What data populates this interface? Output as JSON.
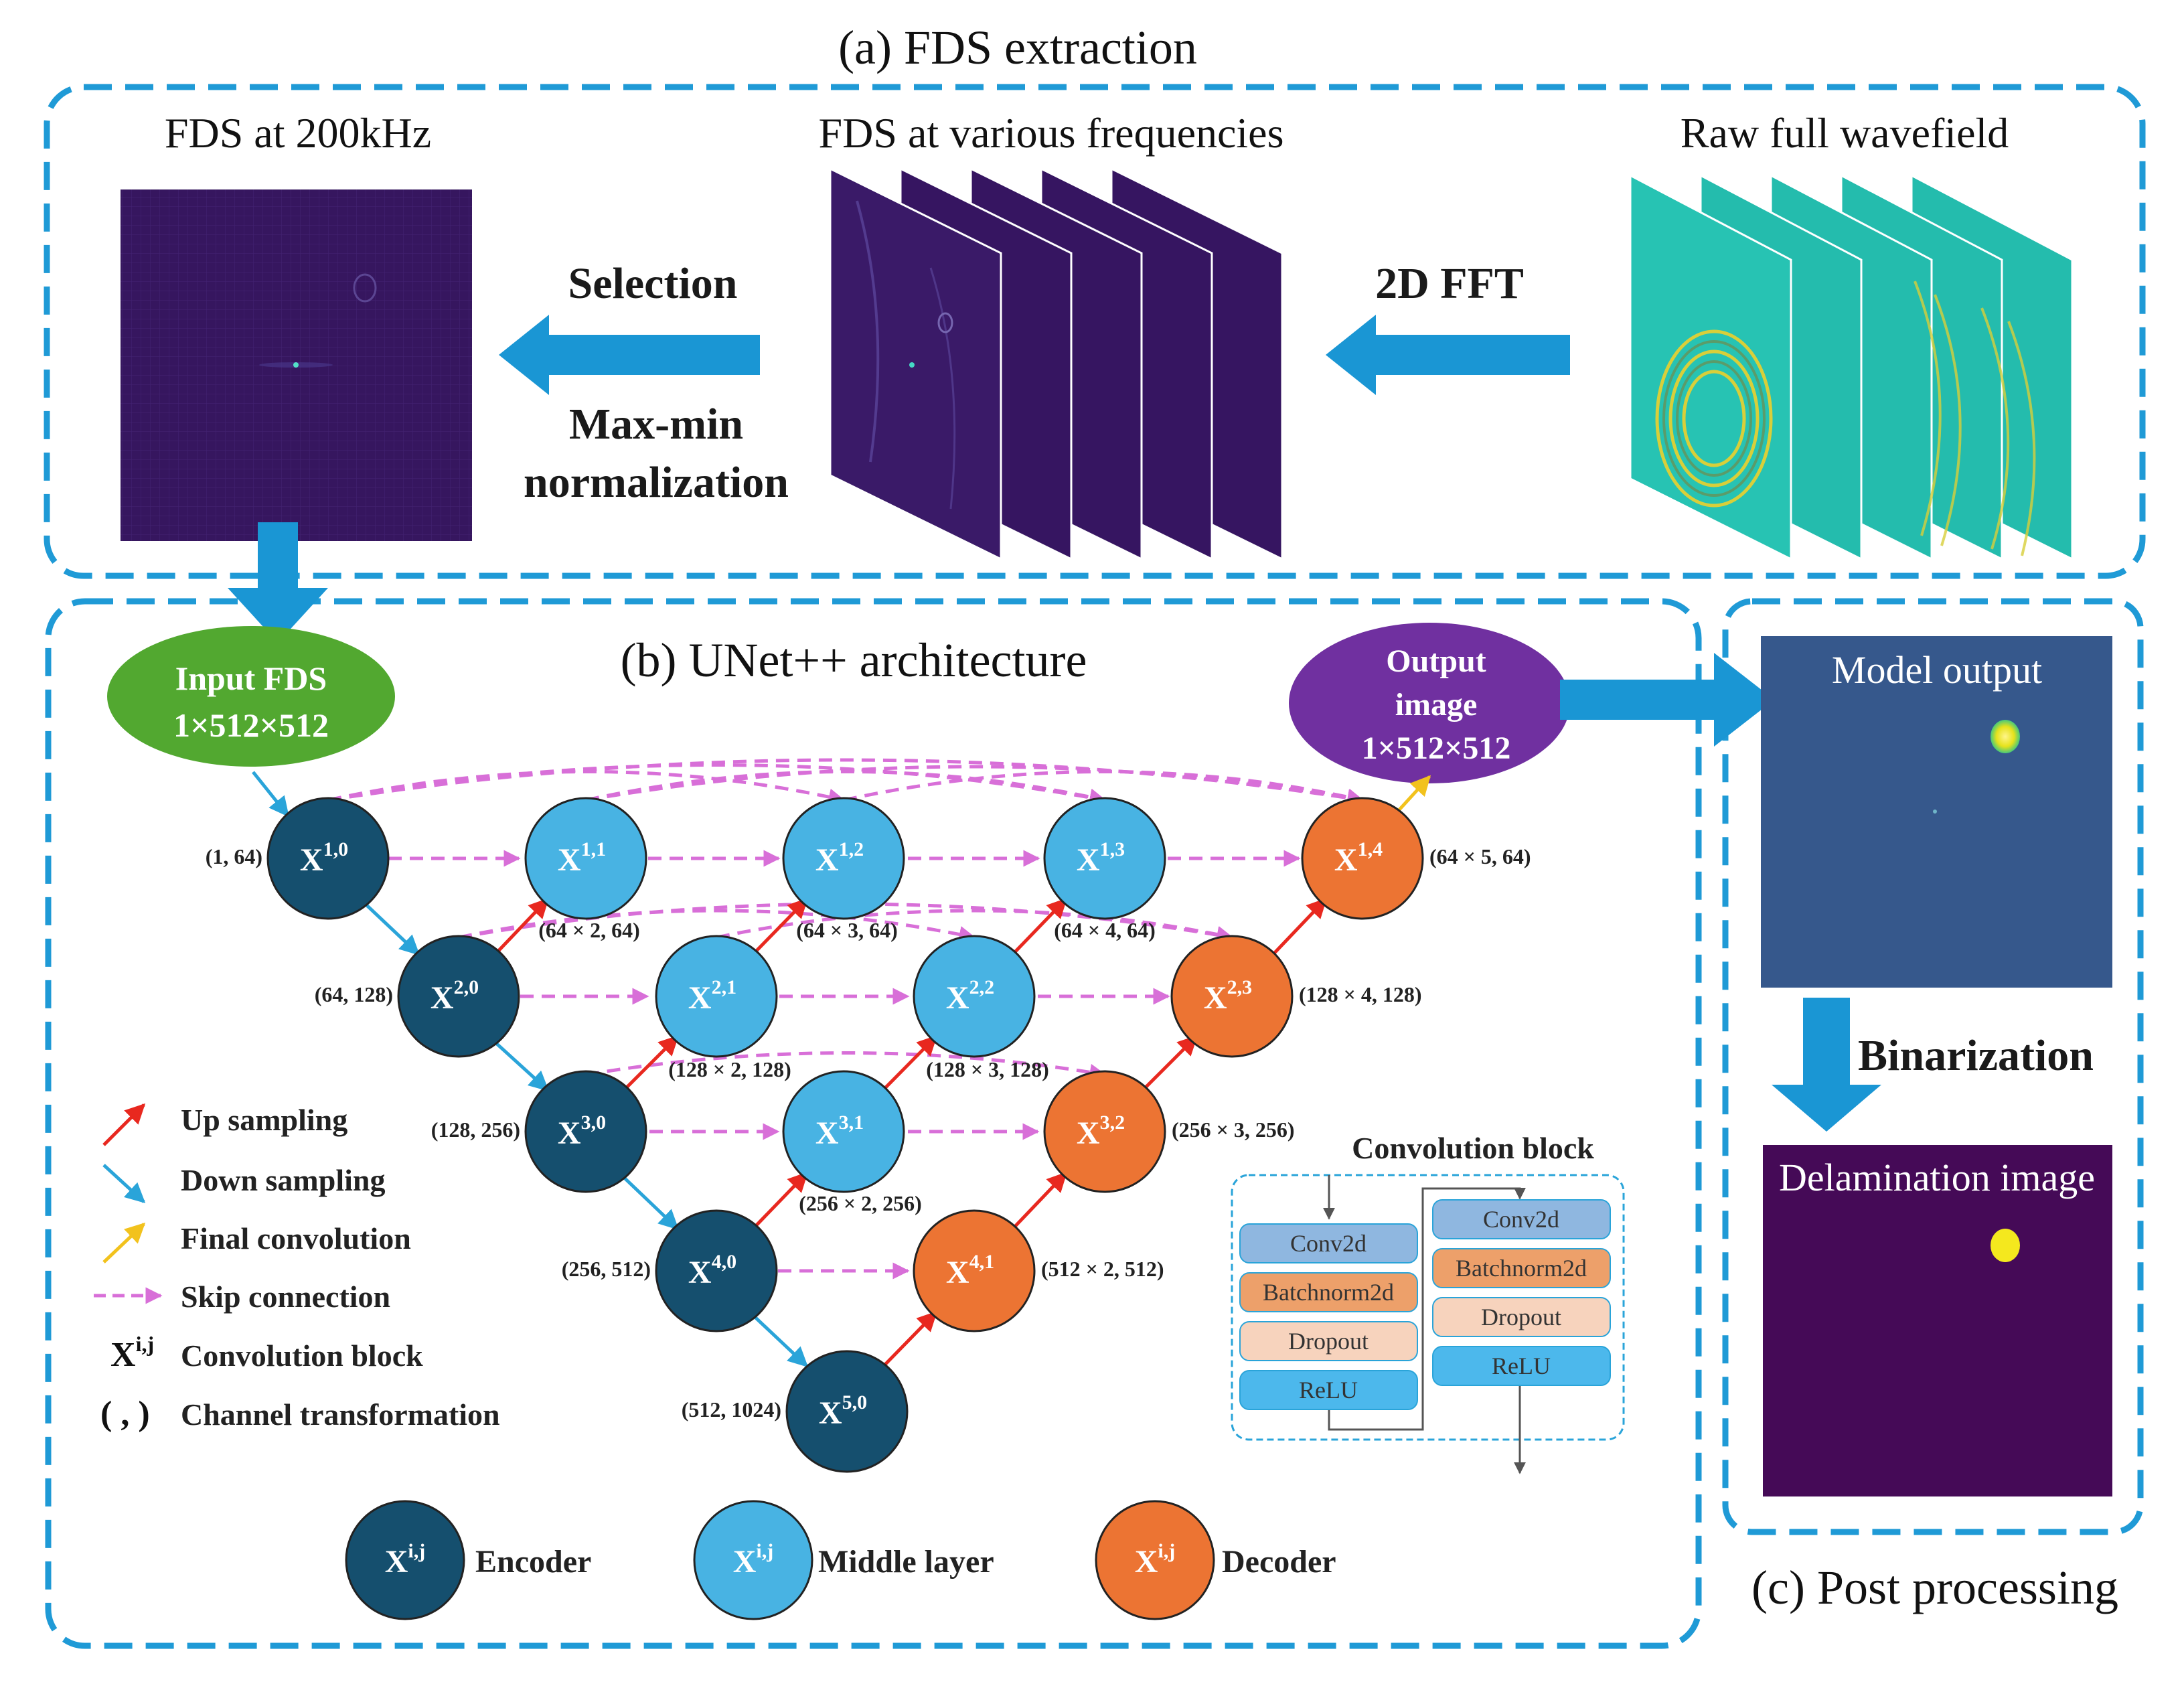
{
  "sections": {
    "a_title": "(a) FDS extraction",
    "b_title": "(b) UNet++ architecture",
    "c_title": "(c) Post processing"
  },
  "panel_a": {
    "fds200_label": "FDS at 200kHz",
    "fds_various_label": "FDS at various frequencies",
    "raw_label": "Raw full wavefield",
    "selection_label": "Selection",
    "maxmin_label_1": "Max-min",
    "maxmin_label_2": "normalization",
    "fft_label": "2D FFT"
  },
  "panel_b": {
    "input_label_1": "Input FDS",
    "input_label_2": "1×512×512",
    "output_label_1": "Output",
    "output_label_2": "image",
    "output_label_3": "1×512×512",
    "nodes": [
      {
        "id": "x10",
        "sup": "1,0",
        "kind": "encoder",
        "label": "(1, 64)"
      },
      {
        "id": "x20",
        "sup": "2,0",
        "kind": "encoder",
        "label": "(64, 128)"
      },
      {
        "id": "x30",
        "sup": "3,0",
        "kind": "encoder",
        "label": "(128, 256)"
      },
      {
        "id": "x40",
        "sup": "4,0",
        "kind": "encoder",
        "label": "(256, 512)"
      },
      {
        "id": "x50",
        "sup": "5,0",
        "kind": "encoder",
        "label": "(512, 1024)"
      },
      {
        "id": "x11",
        "sup": "1,1",
        "kind": "middle",
        "label": "(64 × 2, 64)"
      },
      {
        "id": "x12",
        "sup": "1,2",
        "kind": "middle",
        "label": "(64 × 3, 64)"
      },
      {
        "id": "x13",
        "sup": "1,3",
        "kind": "middle",
        "label": "(64 × 4, 64)"
      },
      {
        "id": "x21",
        "sup": "2,1",
        "kind": "middle",
        "label": "(128 × 2, 128)"
      },
      {
        "id": "x22",
        "sup": "2,2",
        "kind": "middle",
        "label": "(128 × 3, 128)"
      },
      {
        "id": "x31",
        "sup": "3,1",
        "kind": "middle",
        "label": "(256 × 2, 256)"
      },
      {
        "id": "x14",
        "sup": "1,4",
        "kind": "decoder",
        "label": "(64 × 5, 64)"
      },
      {
        "id": "x23",
        "sup": "2,3",
        "kind": "decoder",
        "label": "(128 × 4, 128)"
      },
      {
        "id": "x32",
        "sup": "3,2",
        "kind": "decoder",
        "label": "(256 × 3, 256)"
      },
      {
        "id": "x41",
        "sup": "4,1",
        "kind": "decoder",
        "label": "(512 × 2, 512)"
      }
    ],
    "legend": {
      "up": "Up sampling",
      "down": "Down sampling",
      "final": "Final convolution",
      "skip": "Skip connection",
      "conv_symbol": "X",
      "conv_sup": "i,j",
      "conv": "Convolution block",
      "channel_symbol": "( , )",
      "channel": "Channel transformation"
    },
    "bottom_legend": {
      "symbol": "X",
      "sup": "i,j",
      "encoder": "Encoder",
      "middle": "Middle layer",
      "decoder": "Decoder"
    },
    "conv_block": {
      "title": "Convolution block",
      "left": [
        "Conv2d",
        "Batchnorm2d",
        "Dropout",
        "ReLU"
      ],
      "right": [
        "Conv2d",
        "Batchnorm2d",
        "Dropout",
        "ReLU"
      ]
    }
  },
  "panel_c": {
    "model_output": "Model output",
    "binarization": "Binarization",
    "delamination": "Delamination image"
  },
  "colors": {
    "frame_dash": "#1f9ad6",
    "arrow_fill": "#1a96d4",
    "encoder": "#154f6e",
    "middle": "#48b3e3",
    "decoder": "#ec7433",
    "up_arrow": "#e8281f",
    "down_arrow": "#2aa4d9",
    "final_arrow": "#f2c21d",
    "skip": "#d86fd8",
    "input_ellipse": "#52a830",
    "output_ellipse": "#7030a0",
    "fds_image": "#3a1760",
    "wavefield": "#26c2b1",
    "model_bg": "#36588c",
    "delam_bg": "#450a57",
    "spot": "#f4e81e"
  }
}
